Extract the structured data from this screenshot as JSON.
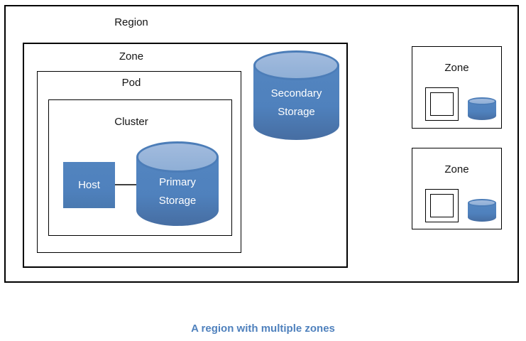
{
  "region": {
    "label": "Region"
  },
  "main_zone": {
    "label": "Zone"
  },
  "pod": {
    "label": "Pod"
  },
  "cluster": {
    "label": "Cluster"
  },
  "host": {
    "label": "Host"
  },
  "primary_storage": {
    "lines": [
      "Primary",
      "Storage"
    ]
  },
  "secondary_storage": {
    "lines": [
      "Secondary",
      "Storage"
    ]
  },
  "small_zones": [
    {
      "label": "Zone"
    },
    {
      "label": "Zone"
    }
  ],
  "caption": "A region with multiple zones",
  "icons": {
    "small_zone_contents": [
      "nested-squares-icon",
      "small-storage-cylinder-icon"
    ]
  },
  "colors": {
    "shape_fill": "#4f81bd",
    "shape_top_face": "#95b3d7",
    "box_border": "#000000",
    "connector": "#3f3f3f",
    "caption_text": "#4f81bd"
  }
}
